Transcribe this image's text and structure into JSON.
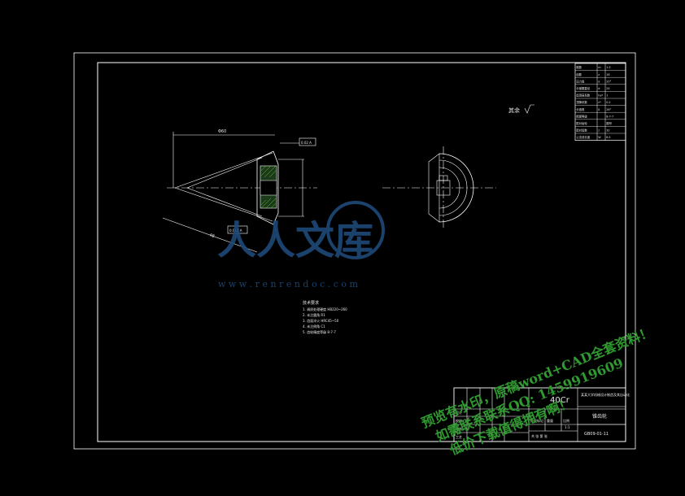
{
  "drawing": {
    "roughness_symbol": "其余",
    "dim_top": "Φ60",
    "dim_slant": "48",
    "tolerance_top": "0.02 A",
    "tolerance_bottom": "0.018 A",
    "notes_title": "技术要求",
    "notes": [
      "1. 调质处理硬度 HB220~260",
      "2. 未注圆角 R1",
      "3. 齿面淬火 HRC45~50",
      "4. 未注倒角 C1",
      "5. 齿轮精度等级 8-7-7"
    ]
  },
  "param_table": {
    "rows": [
      [
        "模数",
        "m",
        "1.5"
      ],
      [
        "齿数",
        "z",
        "16"
      ],
      [
        "压力角",
        "α",
        "20°"
      ],
      [
        "分度圆直径",
        "d",
        "24"
      ],
      [
        "齿顶高系数",
        "ha*",
        "1"
      ],
      [
        "顶隙系数",
        "c*",
        "0.2"
      ],
      [
        "分锥角",
        "δ",
        "26°"
      ],
      [
        "精度等级",
        "",
        "8-7-7"
      ],
      [
        "配对齿轮",
        "",
        "图号"
      ],
      [
        "配对齿数",
        "z",
        "32"
      ],
      [
        "公法线长度",
        "W",
        "6.5"
      ]
    ]
  },
  "title_block": {
    "material": "40Cr",
    "school": "某某大学机械设计制造及其自动化",
    "part_name": "锥齿轮",
    "scale_label": "比例",
    "scale": "1:1",
    "drawing_no": "GB09-01-11",
    "sheet": "共 张 第 张",
    "rows": [
      "设计",
      "校核",
      "审核",
      "工艺"
    ],
    "stage_label": "阶段标记",
    "weight_label": "重量"
  },
  "watermark": {
    "logo_text": "人人文库",
    "url": "w w w . r e n r e n d o c . c o m",
    "promo": [
      "预览有水印，原稿word+CAD全套资料！",
      "如需联系联系QQ: 1459919609",
      "低价下载值得拥有啊！"
    ]
  },
  "colors": {
    "line": "#ffffff",
    "wm_blue": "#1e4a78",
    "wm_green": "#2f9a2f",
    "hatch": "#6fbf3a"
  }
}
